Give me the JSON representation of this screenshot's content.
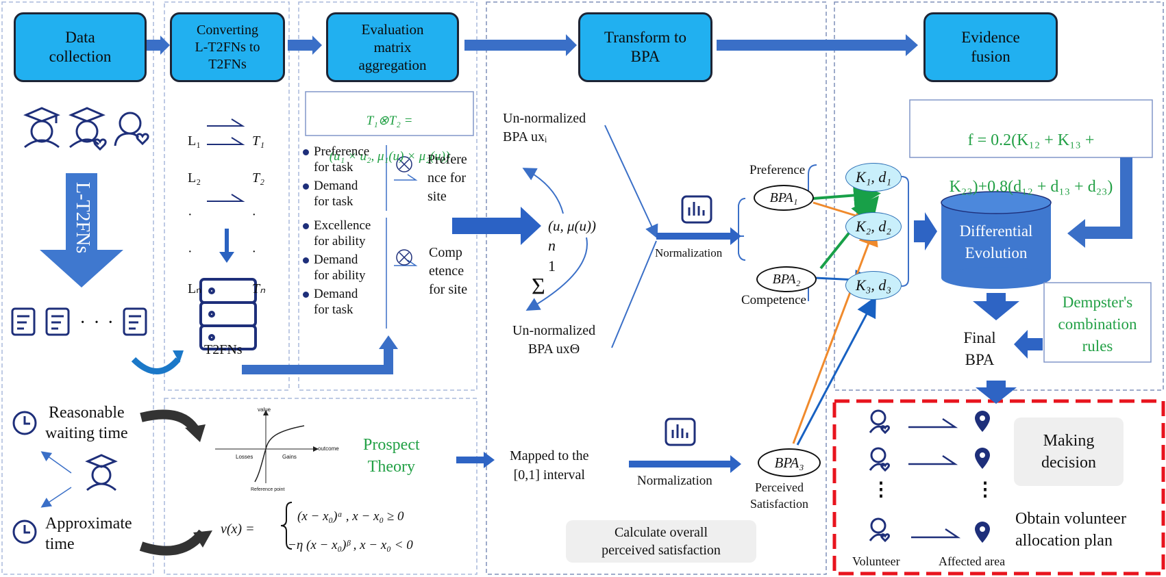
{
  "stages": [
    {
      "id": "data",
      "label": "Data\ncollection"
    },
    {
      "id": "convert",
      "label": "Converting\nL-T2FNs to\nT2FNs"
    },
    {
      "id": "aggregate",
      "label": "Evaluation\nmatrix\naggregation"
    },
    {
      "id": "bpa",
      "label": "Transform to\nBPA"
    },
    {
      "id": "fusion",
      "label": "Evidence\nfusion"
    }
  ],
  "data_collection": {
    "arrow_label": "L-T2FNs",
    "ellipsis": "· · ·",
    "waiting_label": "Reasonable\nwaiting time",
    "approx_label": "Approximate\ntime"
  },
  "convert": {
    "rows_left": [
      "L₁",
      "L₂",
      "·",
      "·",
      "Lₙ"
    ],
    "rows_right": [
      "T₁",
      "T₂",
      "·",
      "·",
      "Tₙ"
    ],
    "db_label": "T2FNs"
  },
  "aggregation": {
    "formula_line1": "T₁⊗T₂ =",
    "formula_line2": "(u₁ × u₂, μ₁(u) × μ₂(u))",
    "group1": [
      "Preference\nfor task",
      "Demand\nfor task"
    ],
    "group1_result": "Prefere\nnce for\nsite",
    "group2": [
      "Excellence\nfor ability",
      "Demand\nfor ability",
      "Demand\nfor task"
    ],
    "group2_result": "Comp\netence\nfor site"
  },
  "prospect": {
    "title": "Prospect\nTheory",
    "graph_value": "value",
    "graph_losses": "Losses",
    "graph_gains": "Gains",
    "graph_outcome": "outcome",
    "graph_ref": "Reference point",
    "vx": "v(x) =",
    "case1": "(x − x₀)ᵅ , x − x₀ ≥ 0",
    "case2": "−η (x − x₀)ᵝ , x − x₀ < 0"
  },
  "transform": {
    "un_norm_top": "Un-normalized\nBPA uxᵢ",
    "center": "(u, μ(u))",
    "sum": "Σ",
    "sum_top": "n",
    "sum_bottom": "1",
    "un_norm_bottom": "Un-normalized\nBPA uxΘ",
    "normalization": "Normalization",
    "preference": "Preference",
    "competence": "Competence",
    "bpa1": "BPA₁",
    "bpa2": "BPA₂",
    "bpa3": "BPA₃",
    "mapped": "Mapped to the\n[0,1] interval",
    "normalization2": "Normalization",
    "perceived": "Perceived\nSatisfaction",
    "calc_overall": "Calculate overall\nperceived satisfaction"
  },
  "fusion": {
    "formula_line1": "f = 0.2(K₁₂ + K₁₃ +",
    "formula_line2": "K₂₃)+0.8(d₁₂ + d₁₃ + d₂₃)",
    "k1": "K₁, d₁",
    "k2": "K₂, d₂",
    "k3": "K₃, d₃",
    "de_label": "Differential\nEvolution",
    "dempster": "Dempster's\ncombination\nrules",
    "final_bpa": "Final\nBPA"
  },
  "decision": {
    "making": "Making\ndecision",
    "obtain": "Obtain volunteer\nallocation plan",
    "volunteer": "Volunteer",
    "affected": "Affected area",
    "dots": "⋮"
  },
  "colors": {
    "stage_fill": "#21b0f0",
    "arrow_blue": "#3a6fc7",
    "icon_navy": "#1e2f7a",
    "green_text": "#22a045",
    "orange_line": "#f08a2c",
    "green_line": "#18a048",
    "red_dash": "#e8141e"
  }
}
